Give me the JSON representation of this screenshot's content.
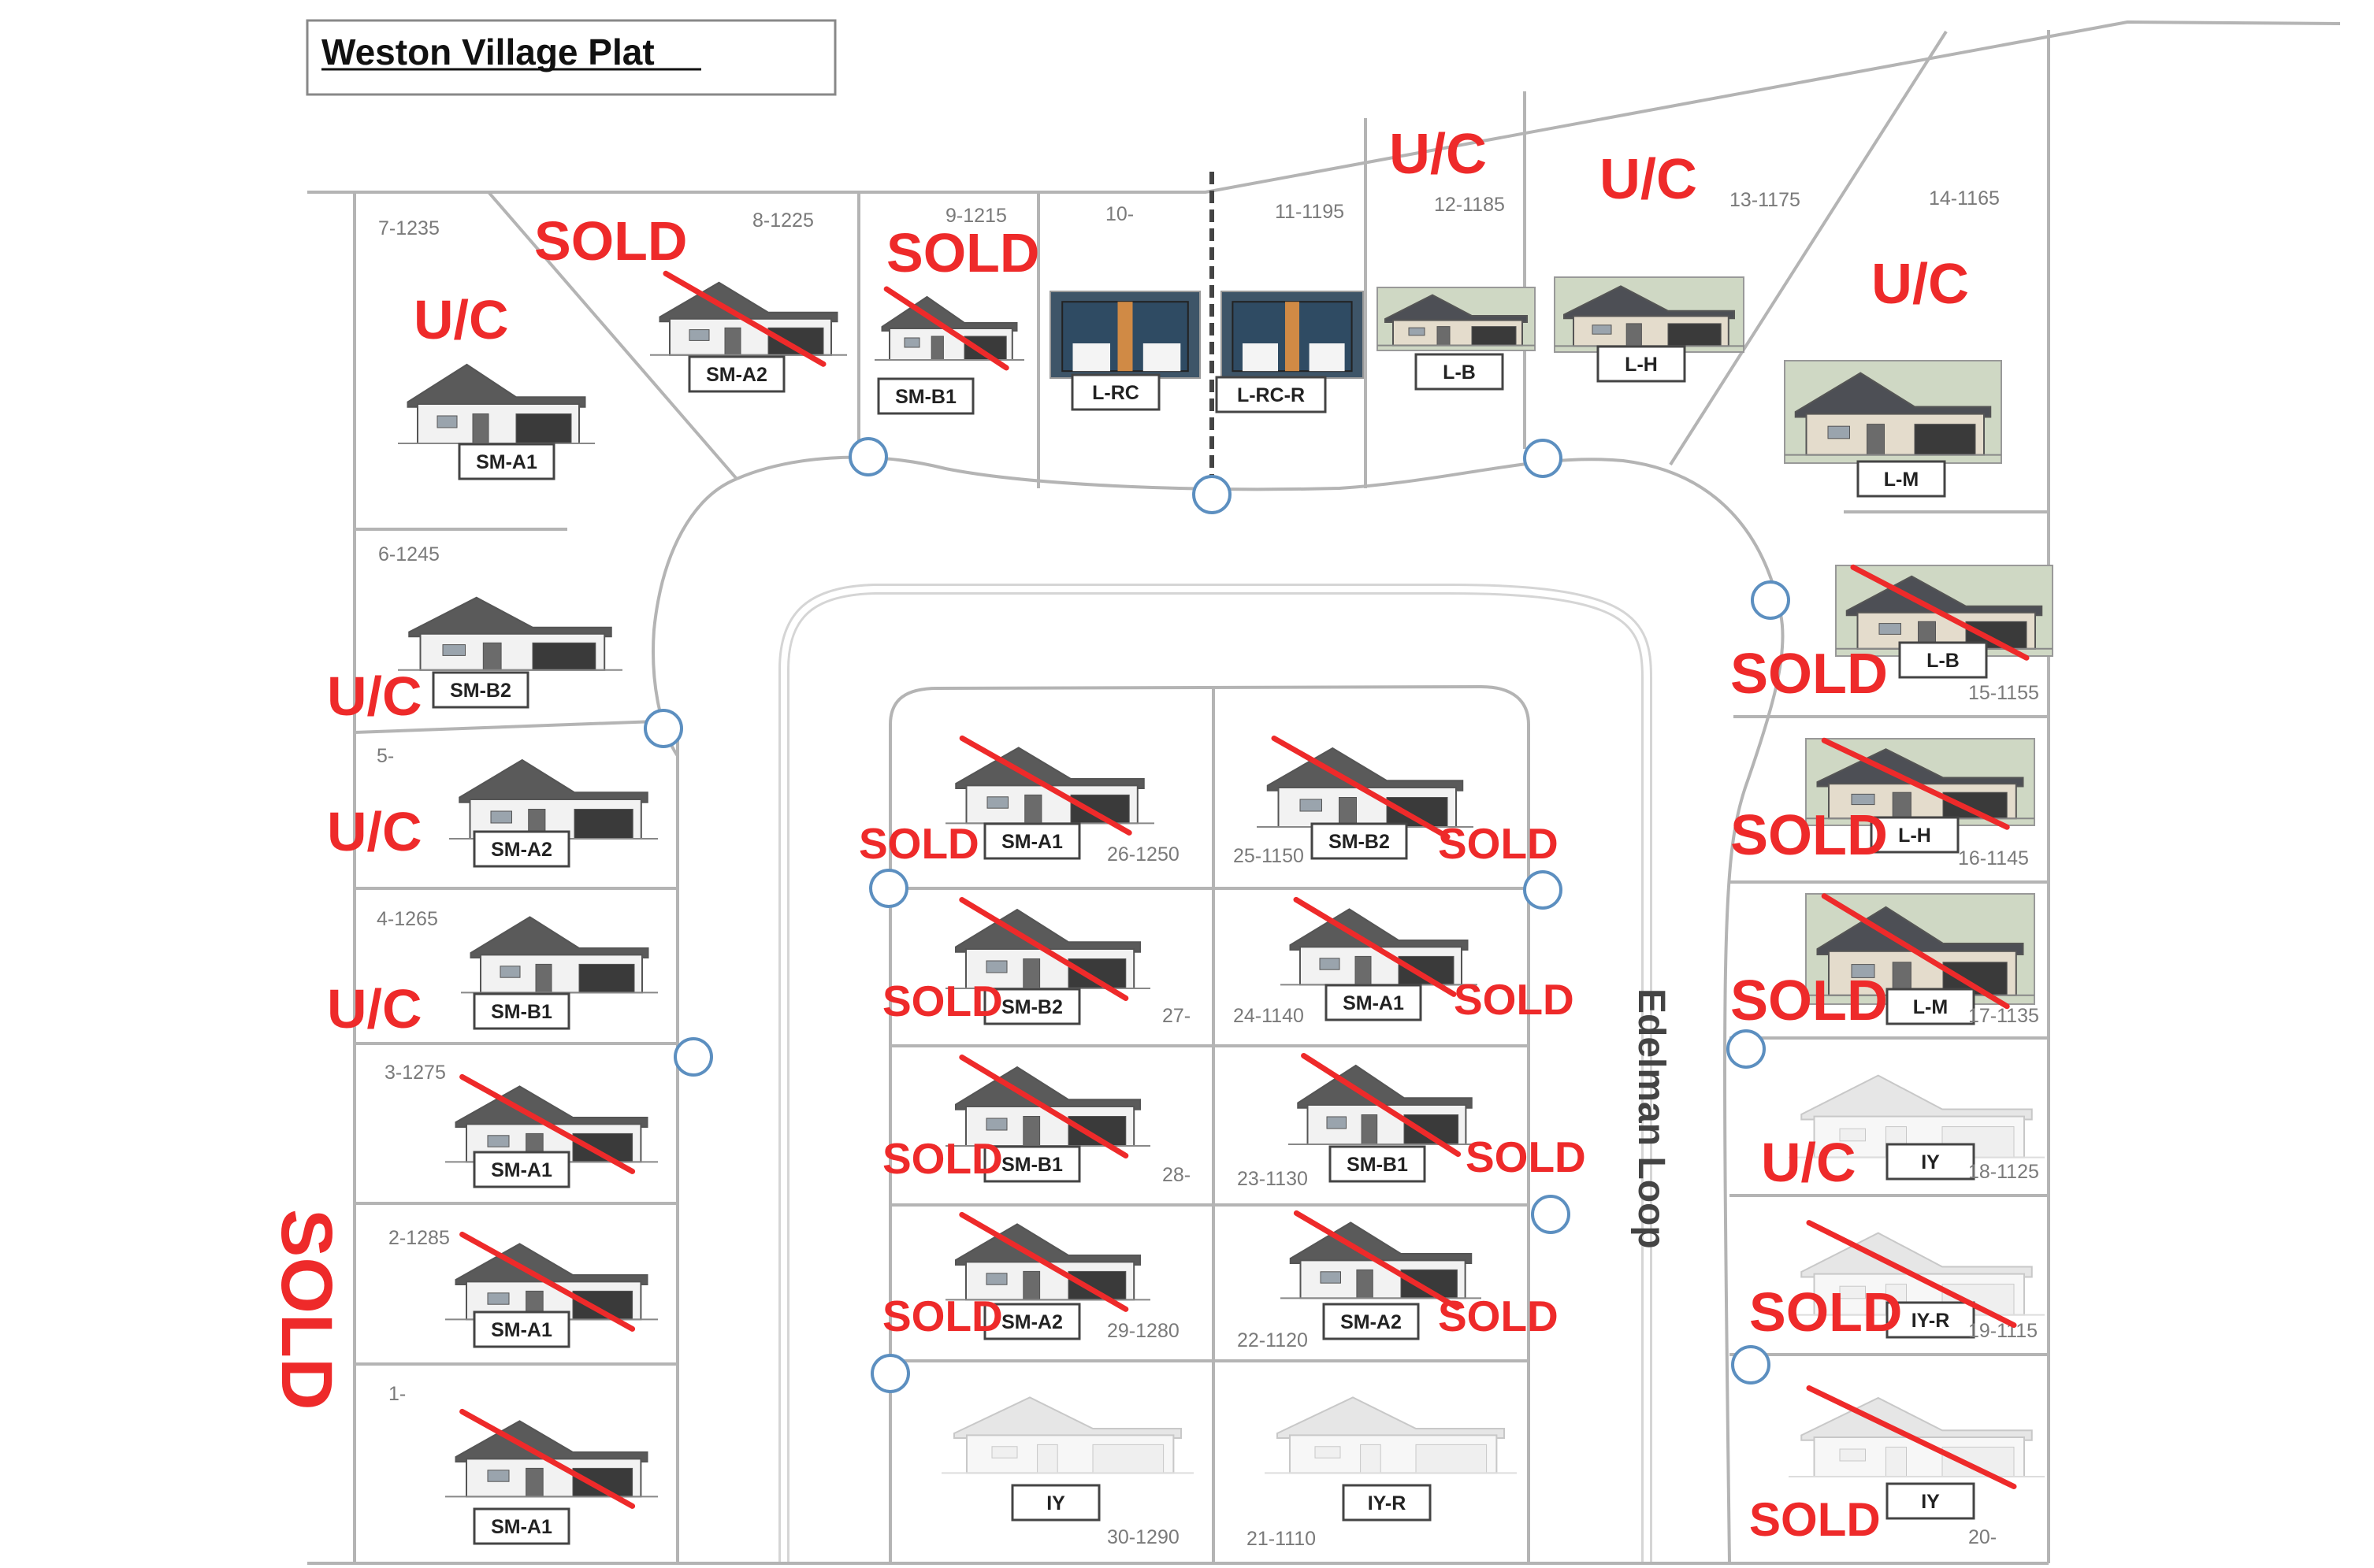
{
  "title": "Weston Village Plat",
  "street_name": "Edelman Loop",
  "colors": {
    "status": "#ee2a2a",
    "line": "#b4b4b4",
    "text": "#222222",
    "lotnum": "#7a7a7a"
  },
  "lots": [
    {
      "id": "lot-1",
      "number": "1-",
      "model": "SM-A1",
      "status": "SOLD",
      "crossed": true,
      "style": "drawing"
    },
    {
      "id": "lot-2",
      "number": "2-1285",
      "model": "SM-A1",
      "status": "SOLD",
      "crossed": true,
      "style": "drawing"
    },
    {
      "id": "lot-3",
      "number": "3-1275",
      "model": "SM-A1",
      "status": "SOLD",
      "crossed": true,
      "style": "drawing"
    },
    {
      "id": "lot-4",
      "number": "4-1265",
      "model": "SM-B1",
      "status": "U/C",
      "crossed": false,
      "style": "drawing"
    },
    {
      "id": "lot-5",
      "number": "5-",
      "model": "SM-A2",
      "status": "U/C",
      "crossed": false,
      "style": "drawing"
    },
    {
      "id": "lot-6",
      "number": "6-1245",
      "model": "SM-B2",
      "status": "U/C",
      "crossed": false,
      "style": "drawing"
    },
    {
      "id": "lot-7",
      "number": "7-1235",
      "model": "SM-A1",
      "status": "U/C",
      "crossed": false,
      "style": "drawing"
    },
    {
      "id": "lot-8",
      "number": "8-1225",
      "model": "SM-A2",
      "status": "SOLD",
      "crossed": true,
      "style": "drawing"
    },
    {
      "id": "lot-9",
      "number": "9-1215",
      "model": "SM-B1",
      "status": "SOLD",
      "crossed": true,
      "style": "drawing"
    },
    {
      "id": "lot-10",
      "number": "10-",
      "model": "L-RC",
      "status": "",
      "crossed": false,
      "style": "photo-tall"
    },
    {
      "id": "lot-11",
      "number": "11-1195",
      "model": "L-RC-R",
      "status": "",
      "crossed": false,
      "style": "photo-tall"
    },
    {
      "id": "lot-12",
      "number": "12-1185",
      "model": "L-B",
      "status": "U/C",
      "crossed": false,
      "style": "photo"
    },
    {
      "id": "lot-13",
      "number": "13-1175",
      "model": "L-H",
      "status": "U/C",
      "crossed": false,
      "style": "photo"
    },
    {
      "id": "lot-14",
      "number": "14-1165",
      "model": "L-M",
      "status": "U/C",
      "crossed": false,
      "style": "photo"
    },
    {
      "id": "lot-15",
      "number": "15-1155",
      "model": "L-B",
      "status": "SOLD",
      "crossed": true,
      "style": "photo"
    },
    {
      "id": "lot-16",
      "number": "16-1145",
      "model": "L-H",
      "status": "SOLD",
      "crossed": true,
      "style": "photo"
    },
    {
      "id": "lot-17",
      "number": "17-1135",
      "model": "L-M",
      "status": "SOLD",
      "crossed": true,
      "style": "photo"
    },
    {
      "id": "lot-18",
      "number": "18-1125",
      "model": "IY",
      "status": "U/C",
      "crossed": false,
      "style": "faded"
    },
    {
      "id": "lot-19",
      "number": "19-1115",
      "model": "IY-R",
      "status": "SOLD",
      "crossed": true,
      "style": "faded"
    },
    {
      "id": "lot-20",
      "number": "20-",
      "model": "IY",
      "status": "SOLD",
      "crossed": true,
      "style": "faded"
    },
    {
      "id": "lot-21",
      "number": "21-1110",
      "model": "IY-R",
      "status": "",
      "crossed": false,
      "style": "faded"
    },
    {
      "id": "lot-22",
      "number": "22-1120",
      "model": "SM-A2",
      "status": "SOLD",
      "crossed": true,
      "style": "drawing"
    },
    {
      "id": "lot-23",
      "number": "23-1130",
      "model": "SM-B1",
      "status": "SOLD",
      "crossed": true,
      "style": "drawing"
    },
    {
      "id": "lot-24",
      "number": "24-1140",
      "model": "SM-A1",
      "status": "SOLD",
      "crossed": true,
      "style": "drawing"
    },
    {
      "id": "lot-25",
      "number": "25-1150",
      "model": "SM-B2",
      "status": "SOLD",
      "crossed": true,
      "style": "drawing"
    },
    {
      "id": "lot-26",
      "number": "26-1250",
      "model": "SM-A1",
      "status": "SOLD",
      "crossed": true,
      "style": "drawing"
    },
    {
      "id": "lot-27",
      "number": "27-",
      "model": "SM-B2",
      "status": "SOLD",
      "crossed": true,
      "style": "drawing"
    },
    {
      "id": "lot-28",
      "number": "28-",
      "model": "SM-B1",
      "status": "SOLD",
      "crossed": true,
      "style": "drawing"
    },
    {
      "id": "lot-29",
      "number": "29-1280",
      "model": "SM-A2",
      "status": "SOLD",
      "crossed": true,
      "style": "drawing"
    },
    {
      "id": "lot-30",
      "number": "30-1290",
      "model": "IY",
      "status": "",
      "crossed": false,
      "style": "faded"
    }
  ]
}
